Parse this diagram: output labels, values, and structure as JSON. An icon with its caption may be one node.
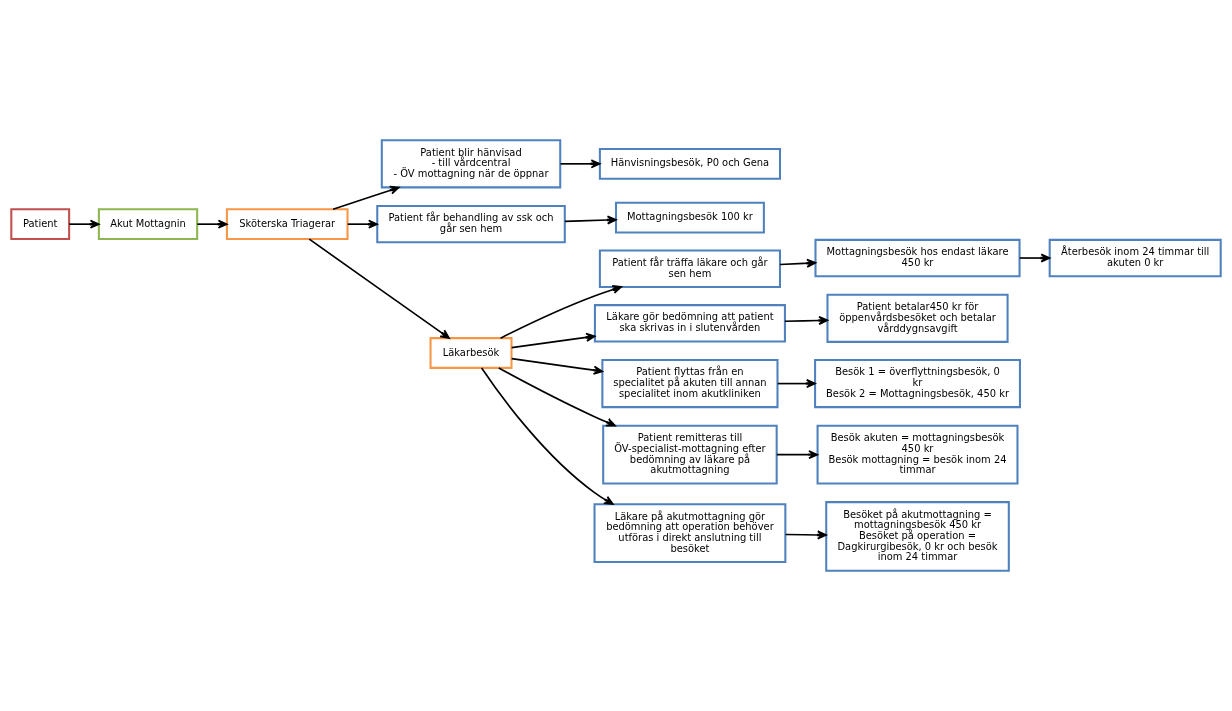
{
  "diagram": {
    "nodes": [
      {
        "text": [
          "Patient blir hänvisad",
          "- till vårdcentral",
          "- ÖV mottagning när de öppnar"
        ]
      },
      {
        "text": [
          "Hänvisningsbesök, P0 och Gena"
        ]
      },
      {
        "text": [
          "Akut Mottagnin"
        ]
      },
      {
        "text": [
          "Sköterska Triagerar"
        ]
      },
      {
        "text": [
          "Patient får behandling av ssk och går sen hem"
        ]
      },
      {
        "text": [
          "Mottagningsbesök 100 kr"
        ]
      },
      {
        "text": [
          "Patient"
        ]
      },
      {
        "text": [
          "Läkarbesök"
        ]
      },
      {
        "text": [
          "Patient får träffa läkare och går sen hem"
        ]
      },
      {
        "text": [
          "Mottagningsbesök hos endast läkare 450 kr"
        ]
      },
      {
        "text": [
          "Återbesök inom 24 timmar till akuten 0 kr"
        ]
      },
      {
        "text": [
          "Läkare gör bedömning att patient ska skrivas in i slutenvården"
        ]
      },
      {
        "text": [
          "Patient flyttas från en specialitet på akuten till annan specialitet inom akutkliniken"
        ]
      },
      {
        "text": [
          "Besök 1 = överflyttningsbesök, 0 kr",
          "Besök 2 = Mottagningsbesök, 450 kr"
        ]
      },
      {
        "text": [
          "Patient betalar450 kr för öppenvårdsbesöket och betalar vårddygnsavgift"
        ]
      },
      {
        "text": [
          "Patient remitteras till ÖV-specialist-mottagning efter bedömning av läkare på akutmottagning"
        ]
      },
      {
        "text": [
          "Besök akuten = mottagningsbesök 450 kr",
          "Besök mottagning = besök inom 24 timmar"
        ]
      },
      {
        "text": [
          "Läkare på akutmottagning gör bedömning att operation behöver utföras i direkt anslutning till besöket"
        ]
      },
      {
        "text": [
          "Besöket på akutmottagning = mottagningsbesök 450 kr",
          "Besöket på operation = Dagkirurgibesök, 0 kr och besök inom 24 timmar"
        ]
      }
    ],
    "edges": [
      {
        "from": 6,
        "to": 2,
        "arrow": "to"
      },
      {
        "from": 2,
        "to": 3,
        "arrow": "to"
      },
      {
        "from": 3,
        "to": 0,
        "arrow": "to"
      },
      {
        "from": 3,
        "to": 4,
        "arrow": "to"
      },
      {
        "from": 3,
        "to": 7,
        "arrow": "to"
      },
      {
        "from": 0,
        "to": 1,
        "arrow": "to"
      },
      {
        "from": 4,
        "to": 5,
        "arrow": "to"
      },
      {
        "from": 7,
        "to": 8,
        "arrow": "to"
      },
      {
        "from": 8,
        "to": 9,
        "arrow": "to"
      },
      {
        "from": 9,
        "to": 10,
        "arrow": "to"
      },
      {
        "from": 7,
        "to": 11,
        "arrow": "to"
      },
      {
        "from": 11,
        "to": 14,
        "arrow": "to"
      },
      {
        "from": 7,
        "to": 12,
        "arrow": "to"
      },
      {
        "from": 7,
        "to": 15,
        "arrow": "to"
      },
      {
        "from": 7,
        "to": 17,
        "arrow": "to"
      },
      {
        "from": 12,
        "to": 13,
        "arrow": "to"
      },
      {
        "from": 15,
        "to": 16,
        "arrow": "to"
      },
      {
        "from": 17,
        "to": 18,
        "arrow": "to"
      }
    ]
  }
}
